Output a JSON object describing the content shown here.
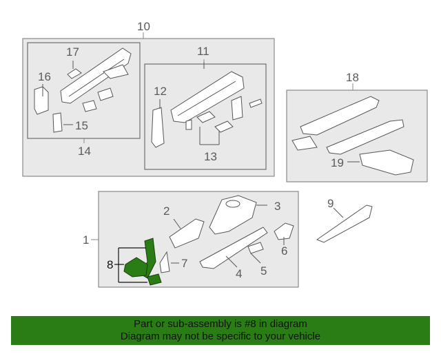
{
  "diagram": {
    "callouts": {
      "c1": "1",
      "c2": "2",
      "c3": "3",
      "c4": "4",
      "c5": "5",
      "c6": "6",
      "c7": "7",
      "c8": "8",
      "c9": "9",
      "c10": "10",
      "c11": "11",
      "c12": "12",
      "c13": "13",
      "c14": "14",
      "c15": "15",
      "c16": "16",
      "c17": "17",
      "c18": "18",
      "c19": "19"
    },
    "highlight_part": "8",
    "colors": {
      "frame_fill": "#e9e9e9",
      "frame_stroke": "#8a8a8a",
      "part_fill": "#ffffff",
      "part_stroke": "#555555",
      "highlight_fill": "#2a7d14",
      "banner_bg": "#2a7d14"
    }
  },
  "banner": {
    "line1": "Part or sub-assembly is #8 in diagram",
    "line2": "Diagram may not be specific to your vehicle"
  }
}
